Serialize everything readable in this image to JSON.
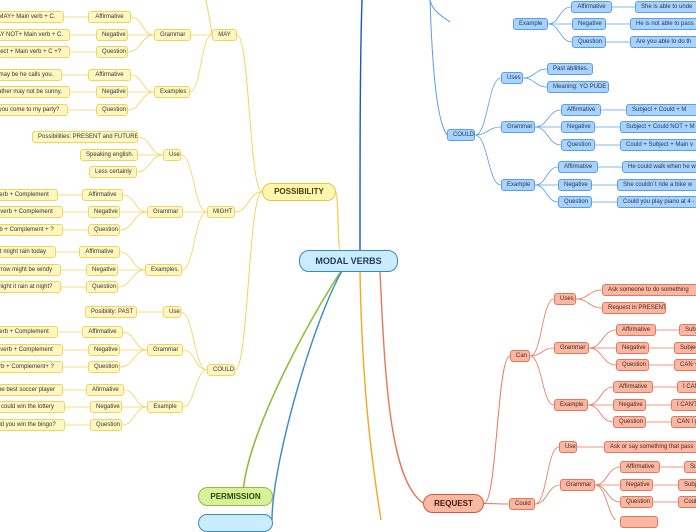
{
  "center": "MODAL VERBS",
  "main_branches": {
    "possibility": "POSSIBILITY",
    "permission": "PERMISSION",
    "request": "REQUEST"
  },
  "may": {
    "label": "MAY",
    "grammar": {
      "label": "Grammar",
      "affirmative": {
        "label": "Affirmative",
        "text": "MAY+ Main verb + C."
      },
      "negative": {
        "label": "Negative",
        "text": "AY NOT+ Main verb + C."
      },
      "question": {
        "label": "Question",
        "text": "ject + Main verb + C +?"
      }
    },
    "examples": {
      "label": "Examples",
      "affirmative": {
        "label": "Affirmative",
        "text": "may be he calls you."
      },
      "negative": {
        "label": "Negative",
        "text": "ather may not be sunny."
      },
      "question": {
        "label": "Question",
        "text": "you come to my party?"
      }
    }
  },
  "might": {
    "label": "MIGHT",
    "use": {
      "label": "Use",
      "items": [
        "Possibilities: PRESENT and FUTURE",
        "Speaking english.",
        "Less certainly"
      ]
    },
    "grammar": {
      "label": "Grammar",
      "affirmative": {
        "label": "Affirmative",
        "text": "erb + Complement"
      },
      "negative": {
        "label": "Negative",
        "text": "verb + Complement"
      },
      "question": {
        "label": "Question",
        "text": "b + Complement + ?"
      }
    },
    "examples": {
      "label": "Examples.",
      "affirmative": {
        "label": "Affirmative",
        "text": "t might rain  today"
      },
      "negative": {
        "label": "Negative",
        "text": "rrow might be windy"
      },
      "question": {
        "label": "Question",
        "text": "night it rain at night?"
      }
    }
  },
  "could_past": {
    "label": "COULD",
    "use": {
      "label": "Use",
      "item": "Posibility: PAST"
    },
    "grammar": {
      "label": "Grammar",
      "affirmative": {
        "label": "Affirmative",
        "text": "erb + Complement"
      },
      "negative": {
        "label": "Negative",
        "text": "verb + Complement"
      },
      "question": {
        "label": "Question",
        "text": "rb + Complement+ ?"
      }
    },
    "example": {
      "label": "Example",
      "affirmative": {
        "label": "Afirmative",
        "text": "be best soccer player"
      },
      "negative": {
        "label": "Negative",
        "text": "could win the lottery"
      },
      "question": {
        "label": "Question",
        "text": "ld you win the bingo?"
      }
    }
  },
  "can_ability": {
    "example": {
      "label": "Example",
      "affirmative": {
        "label": "Affirmative",
        "text": "She is able to unde"
      },
      "negative": {
        "label": "Negative",
        "text": "He is not able to pass"
      },
      "question": {
        "label": "Question",
        "text": "Are you able to do th"
      }
    }
  },
  "could_ability": {
    "label": "COULD",
    "uses": {
      "label": "Uses",
      "items": [
        "Past abilities.",
        "Meaning: YO PUDE"
      ]
    },
    "grammar": {
      "label": "Grammar",
      "affirmative": {
        "label": "Affirmative",
        "text": "Subject + Could + M"
      },
      "negative": {
        "label": "Negative",
        "text": "Subject + Could NOT + M"
      },
      "question": {
        "label": "Question",
        "text": "Could + Subject + Main v"
      }
    },
    "example": {
      "label": "Example",
      "affirmative": {
        "label": "Affirmative",
        "text": "He could walk when he w"
      },
      "negative": {
        "label": "Negative",
        "text": "She couldn´t ride a bike w"
      },
      "question": {
        "label": "Question",
        "text": "Could you play piano at 4 -"
      }
    }
  },
  "can_request": {
    "label": "Can",
    "uses": {
      "label": "Uses",
      "items": [
        "Ask someone to do something",
        "Request in PRESENT"
      ]
    },
    "grammar": {
      "label": "Grammar",
      "affirmative": {
        "label": "Affirmative",
        "text": "Subj"
      },
      "negative": {
        "label": "Negative",
        "text": "Subject"
      },
      "question": {
        "label": "Question",
        "text": "CAN +"
      }
    },
    "example": {
      "label": "Example",
      "affirmative": {
        "label": "Affirmative",
        "text": "I CAN"
      },
      "negative": {
        "label": "Negative",
        "text": "I CAN'T"
      },
      "question": {
        "label": "Question",
        "text": "CAN I g"
      }
    }
  },
  "could_request": {
    "label": "Could",
    "use": {
      "label": "Use",
      "item": "Ask or say something that pass"
    },
    "grammar": {
      "label": "Grammar",
      "affirmative": {
        "label": "Affirmative",
        "text": "Su"
      },
      "negative": {
        "label": "Negative",
        "text": "Subj"
      },
      "question": {
        "label": "Question",
        "text": "Coul"
      }
    }
  },
  "colors": {
    "possibility": "#f2d45c",
    "ability": "#5a9ee8",
    "request": "#e8765a",
    "permission": "#8fbf3a",
    "center": "#3a88c8"
  }
}
